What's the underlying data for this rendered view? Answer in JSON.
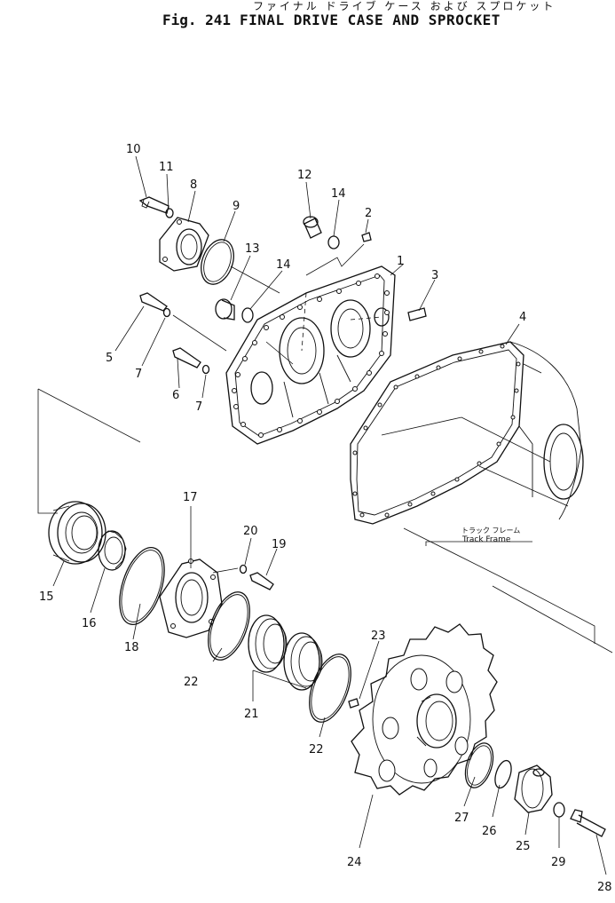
{
  "header": {
    "title_jp": "ファイナル ドライブ ケース および スプロケット",
    "fig_label": "Fig. 241",
    "title": "FINAL DRIVE CASE AND SPROCKET"
  },
  "frame_label": {
    "jp": "トラック フレーム",
    "en": "Track Frame"
  },
  "callouts": [
    "1",
    "2",
    "3",
    "4",
    "5",
    "6",
    "7",
    "7",
    "8",
    "9",
    "10",
    "11",
    "12",
    "13",
    "14",
    "14",
    "15",
    "16",
    "17",
    "18",
    "19",
    "20",
    "21",
    "22",
    "22",
    "23",
    "24",
    "25",
    "26",
    "27",
    "28",
    "29"
  ]
}
